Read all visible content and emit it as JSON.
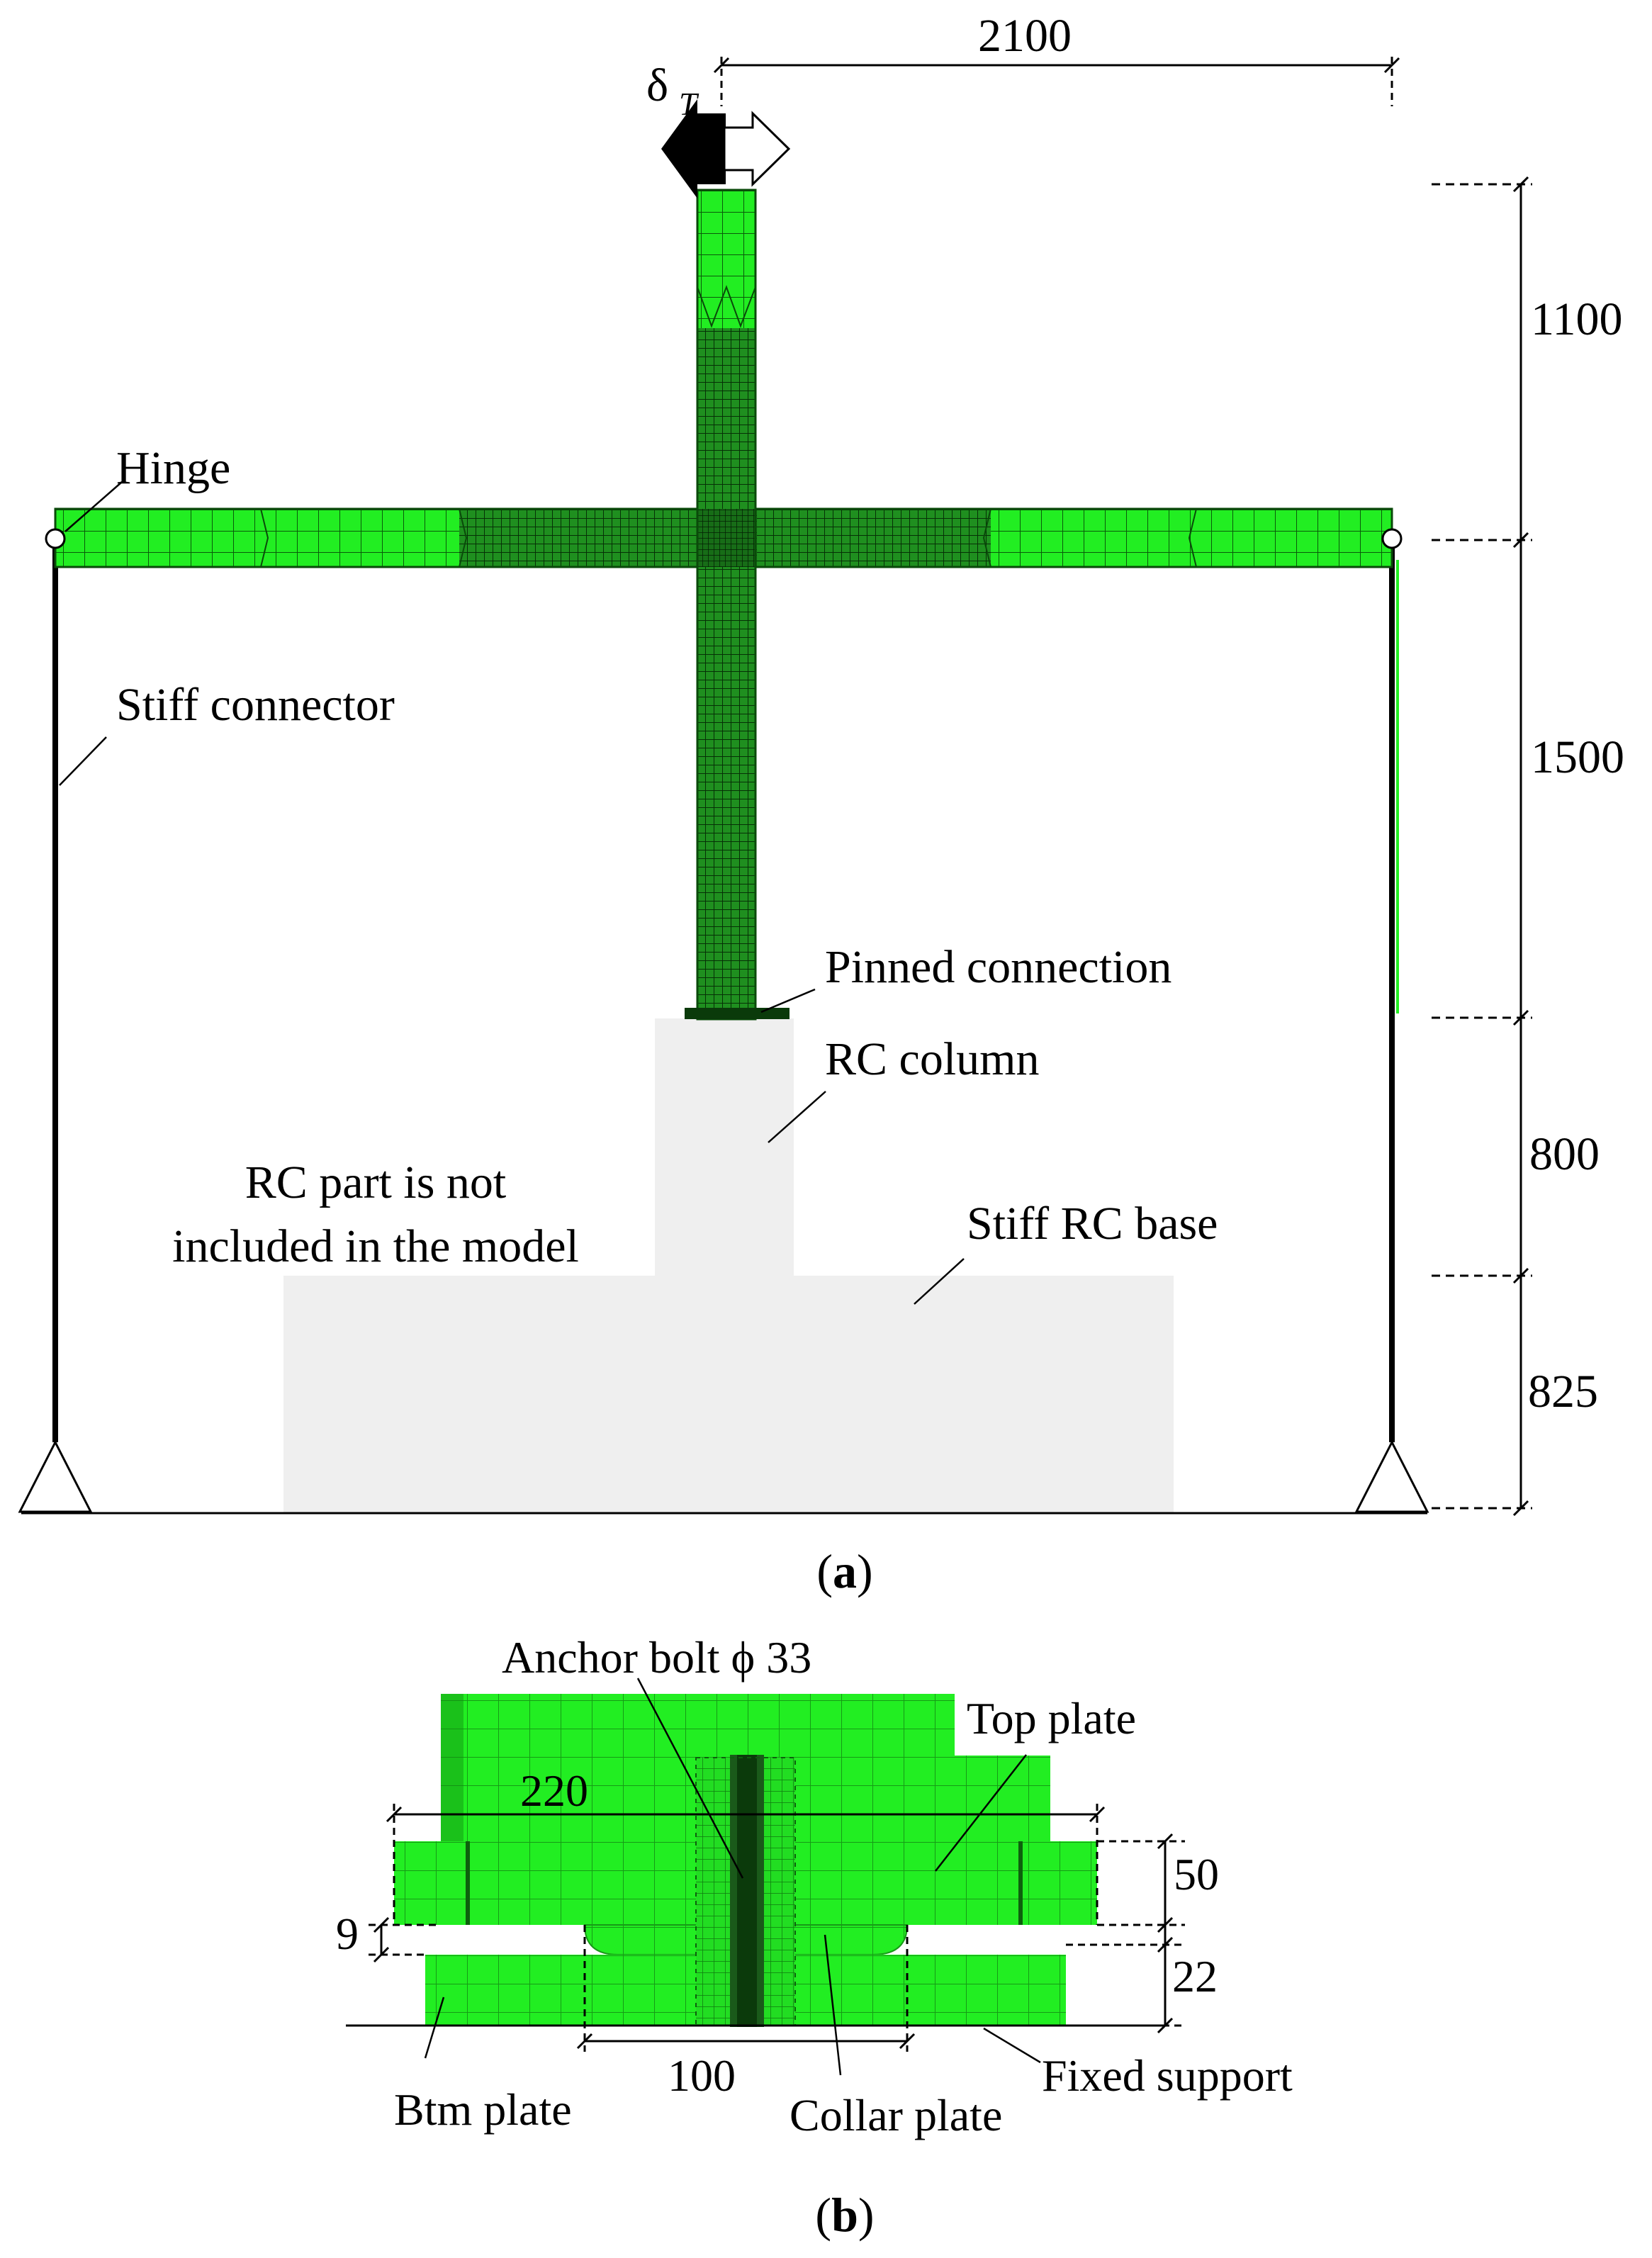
{
  "panel_a": {
    "caption_open": "(",
    "caption_letter": "a",
    "caption_close": ")",
    "load_symbol": "δ",
    "load_subscript": "T",
    "dim_top": "2100",
    "dim_right": [
      "1100",
      "1500",
      "800",
      "825"
    ],
    "label_hinge": "Hinge",
    "label_stiff_connector": "Stiff connector",
    "label_pinned_connection": "Pinned connection",
    "label_rc_column": "RC column",
    "label_rc_not_included_line1": "RC part is not",
    "label_rc_not_included_line2": "included in the model",
    "label_stiff_rc_base": "Stiff RC base"
  },
  "panel_b": {
    "caption_open": "(",
    "caption_letter": "b",
    "caption_close": ")",
    "label_anchor_bolt": "Anchor bolt ϕ 33",
    "label_top_plate": "Top plate",
    "label_btm_plate": "Btm plate",
    "label_collar_plate": "Collar plate",
    "label_fixed_support": "Fixed support",
    "dim_220": "220",
    "dim_50": "50",
    "dim_9": "9",
    "dim_22": "22",
    "dim_100": "100"
  },
  "colors": {
    "mesh_green": "#22ee22",
    "mesh_dark": "#0d3d0d",
    "rc_gray": "#efefef",
    "line_black": "#000000"
  }
}
